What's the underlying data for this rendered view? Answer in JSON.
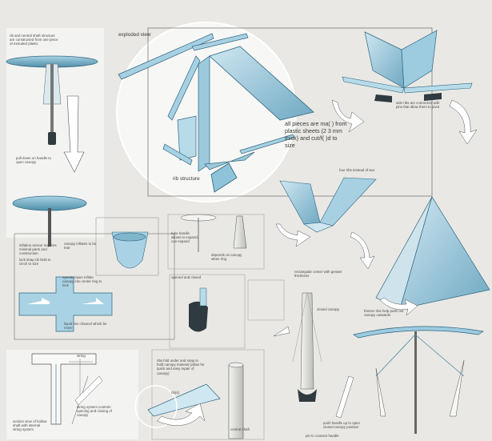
{
  "board": {
    "background": "#e9e8e4",
    "accent": "#8ec3d9",
    "accent_dark": "#3d7b96"
  },
  "notes": {
    "n01": "rib and central shaft structure are constructed from one piece of extruded plastic",
    "n02": "pull down on handle to open canopy",
    "n03": "exploded view",
    "n04": "all pieces are ma( ) from plastic sheets (2 3 mm thick) and cut/f( )d to size",
    "n05": "rib structure",
    "n06": "side ribs are connected with pins that allow them to pivot",
    "n07": "four ribs instead of two",
    "n08": "rectangular center with greater thickness",
    "n09": "inflation sensor requires minimal parts and construction",
    "n10": "lock strap rib held to cinch to size",
    "n11": "canopy inflates to be tear",
    "n12": "operate/open inflate canopy into center ring to lock",
    "n13": "tube handle allows to expand, can expand",
    "n14": "depends on canopy when ring",
    "n15": "liquid mix channel which be move",
    "n16": "opened and closed",
    "n17": "thinner ribs help push out canopy outwards",
    "n18": "ribs fold under and snap to hold canopy material (allow for quick and easy repair of canopy)",
    "n19": "rib(s)",
    "n20": "central shaft",
    "n21": "closed canopy",
    "n22": "push handle up to open closed canopy position",
    "n23": "pin to connect handle",
    "n24": "string",
    "n25": "section view of hollow shaft with internal string system",
    "n26": "string system controls opening and closing of canopy"
  }
}
